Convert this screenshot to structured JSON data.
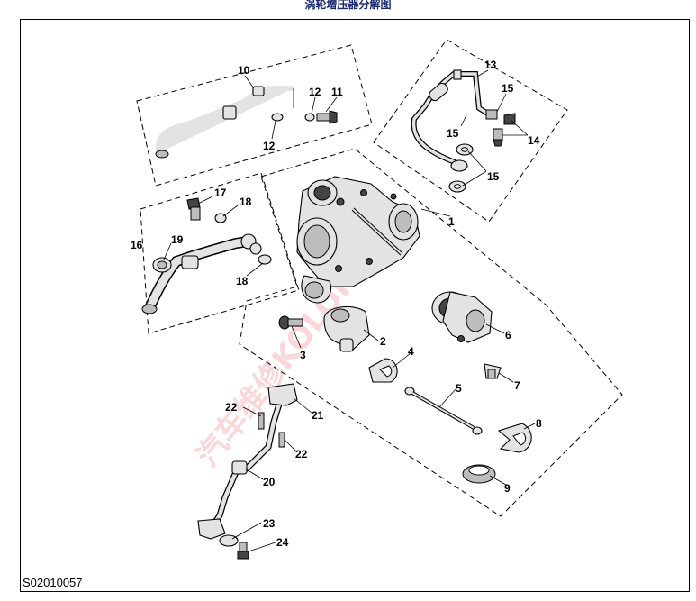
{
  "title": "涡轮增压器分解图",
  "figure_code": "S02010057",
  "watermark": "汽车维修KOLOK",
  "callouts": [
    {
      "id": "c1",
      "text": "1"
    },
    {
      "id": "c2",
      "text": "2"
    },
    {
      "id": "c3",
      "text": "3"
    },
    {
      "id": "c4",
      "text": "4"
    },
    {
      "id": "c5",
      "text": "5"
    },
    {
      "id": "c6",
      "text": "6"
    },
    {
      "id": "c7",
      "text": "7"
    },
    {
      "id": "c8",
      "text": "8"
    },
    {
      "id": "c9",
      "text": "9"
    },
    {
      "id": "c10",
      "text": "10"
    },
    {
      "id": "c11",
      "text": "11"
    },
    {
      "id": "c12a",
      "text": "12"
    },
    {
      "id": "c12b",
      "text": "12"
    },
    {
      "id": "c13",
      "text": "13"
    },
    {
      "id": "c14",
      "text": "14"
    },
    {
      "id": "c15a",
      "text": "15"
    },
    {
      "id": "c15b",
      "text": "15"
    },
    {
      "id": "c15c",
      "text": "15"
    },
    {
      "id": "c16",
      "text": "16"
    },
    {
      "id": "c17",
      "text": "17"
    },
    {
      "id": "c18a",
      "text": "18"
    },
    {
      "id": "c18b",
      "text": "18"
    },
    {
      "id": "c19",
      "text": "19"
    },
    {
      "id": "c20",
      "text": "20"
    },
    {
      "id": "c21",
      "text": "21"
    },
    {
      "id": "c22a",
      "text": "22"
    },
    {
      "id": "c22b",
      "text": "22"
    },
    {
      "id": "c23",
      "text": "23"
    },
    {
      "id": "c24",
      "text": "24"
    }
  ]
}
